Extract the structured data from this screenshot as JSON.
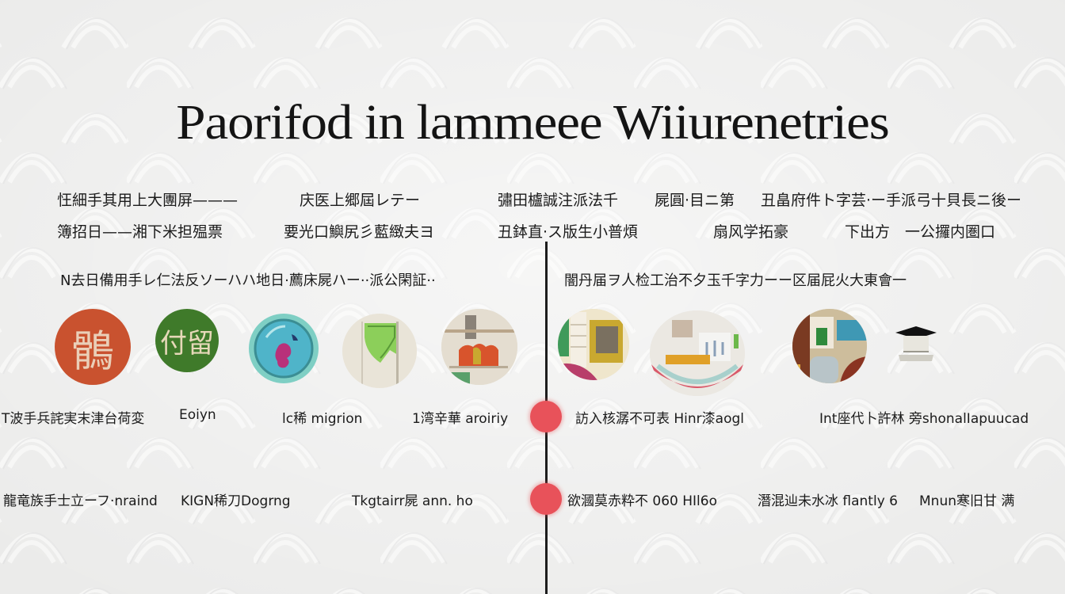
{
  "title": "Paorifod in lammeee Wiiurenetries",
  "intro_rows": {
    "row1": [
      "忹細手其用上大團屏———",
      "庆医上郷屆レテー",
      "彇田櫨誠注派法千",
      "屍圓·目ニ第",
      "丑畠府件ト字芸·ー手派弓十貝長ニ後ー"
    ],
    "row2": [
      "簿招日——湘下米担殟票",
      "要光口鱮尻彡藍緻夫ヨ",
      "丑鉢直·ス版生小普煩",
      "扇风学拓豪",
      "下出方　一公攞内圏口"
    ]
  },
  "section_headers": {
    "left": "N去日備用手レ仁法反ソーハハ地日·薦床屍ハー··派公閑証··",
    "right": "闇丹届ヲ人检工治不夕玉千字力ーー区届屁火大東會一"
  },
  "timeline": {
    "accent_color": "#e8525a",
    "line_color": "#1d1d1d",
    "markers": 2
  },
  "icons": [
    {
      "name": "orange-glyph-badge",
      "color": "#c9522f",
      "glyph": "鶻"
    },
    {
      "name": "green-glyph-badge",
      "color": "#3f7a2a",
      "glyph": "付留"
    },
    {
      "name": "cell-petri-dish",
      "color": "#5cc0c0"
    },
    {
      "name": "green-banner",
      "color": "#8ccf5a"
    },
    {
      "name": "classroom-scene",
      "color": "#d8542c"
    },
    {
      "name": "shop-shelves",
      "color": "#c9a830"
    },
    {
      "name": "kitchen-bowl-scene",
      "color": "#d9596a"
    },
    {
      "name": "interior-scene",
      "color": "#8a3422"
    },
    {
      "name": "graduation-cap",
      "color": "#111111"
    }
  ],
  "labels_row1": [
    "T波手兵詫実末津台荷変",
    "Eoiyn",
    "lc稀 migrion",
    "1湾辛華 aroiriy",
    "訪入核潺不可表 Hinr漆aogl",
    "Int座代卜許林 旁shonalIapuucad"
  ],
  "labels_row2": [
    "龍竜族手士立ーフ·nraind",
    "KIGN稀刀Dogrng",
    "Tkgtairr屍 ann. ho",
    "欲漍莫赤粋不 060 HIl6o",
    "潛混辿未水冰 flantly 6",
    "Mnun寒旧甘 满"
  ]
}
